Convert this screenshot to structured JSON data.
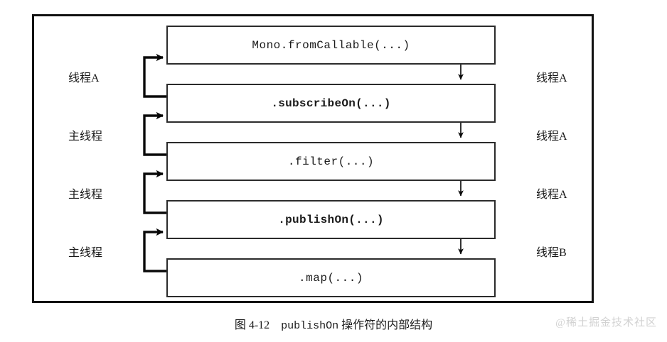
{
  "figure": {
    "caption_prefix": "图 4-12",
    "caption_mono": "publishOn",
    "caption_suffix": "操作符的内部结构",
    "watermark": "@稀土掘金技术社区",
    "frame_color": "#111111",
    "box_border_color": "#2b2b2b",
    "text_color": "#1a1a1a",
    "watermark_color": "#d2d2d2",
    "background": "#ffffff"
  },
  "boxes": [
    {
      "label": "Mono.fromCallable(...)",
      "emphasis": "normal"
    },
    {
      "label": ".subscribeOn(...)",
      "emphasis": "bold"
    },
    {
      "label": ".filter(...)",
      "emphasis": "normal"
    },
    {
      "label": ".publishOn(...)",
      "emphasis": "bold"
    },
    {
      "label": ".map(...)",
      "emphasis": "normal"
    }
  ],
  "left_labels": [
    {
      "text": "线程A"
    },
    {
      "text": "主线程"
    },
    {
      "text": "主线程"
    },
    {
      "text": "主线程"
    }
  ],
  "right_labels": [
    {
      "text": "线程A"
    },
    {
      "text": "线程A"
    },
    {
      "text": "线程A"
    },
    {
      "text": "线程B"
    }
  ],
  "connectors": {
    "subscribe_flow_direction": "upward",
    "data_flow_direction": "downward",
    "subscribe_arrow_count": 4,
    "data_arrow_count": 4
  }
}
